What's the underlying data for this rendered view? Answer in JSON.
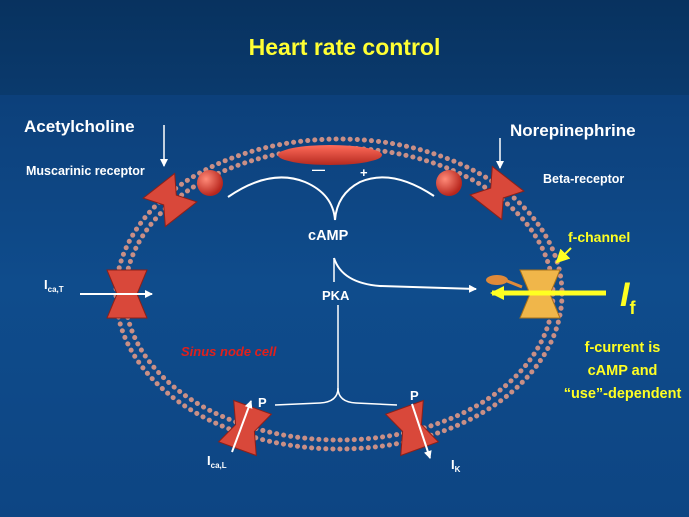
{
  "title": "Heart rate control",
  "labels": {
    "acetylcholine": "Acetylcholine",
    "norepinephrine": "Norepinephrine",
    "muscarinic": "Muscarinic receptor",
    "beta": "Beta-receptor",
    "minus": "—",
    "plus": "+",
    "camp": "cAMP",
    "pka": "PKA",
    "f_channel": "f-channel",
    "sinus": "Sinus node cell",
    "p": "P",
    "ica_t_main": "I",
    "ica_t_sub": "ca,T",
    "ica_l_main": "I",
    "ica_l_sub": "ca,L",
    "ik_main": "I",
    "ik_sub": "K",
    "if_main": "I",
    "if_sub": "f",
    "f_current": [
      "f-current is",
      "cAMP and",
      "“use”-dependent"
    ]
  },
  "colors": {
    "background": "#0f4c8c",
    "title": "#ffff33",
    "membrane_bead": "#c98f86",
    "channel": "#d9483a",
    "f_channel": "#f0b64a",
    "arrow_white": "#ffffff",
    "arrow_yellow": "#ffff22",
    "sinus_label": "#e0201c"
  }
}
